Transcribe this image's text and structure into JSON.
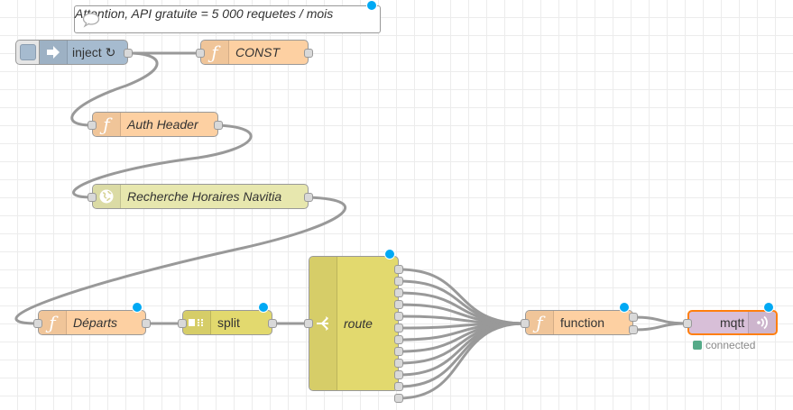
{
  "comment": {
    "text": "Attention, API gratuite = 5 000 requetes / mois",
    "icon": "speech-bubble-icon"
  },
  "colors": {
    "inject": "#a6bbcf",
    "function": "#fdd0a2",
    "http": "#e7e7ae",
    "split": "#e2d96e",
    "route": "#e2d96e",
    "mqtt": "#d8bfd8",
    "wire": "#999999",
    "changed_dot": "#00a9f4",
    "status_connected": "#5a8"
  },
  "nodes": {
    "inject": {
      "label": "inject",
      "suffix": "↻",
      "icon": "arrow-right-icon"
    },
    "const": {
      "label": "CONST",
      "icon": "function-icon"
    },
    "auth": {
      "label": "Auth Header",
      "icon": "function-icon"
    },
    "http": {
      "label": "Recherche Horaires Navitia",
      "icon": "globe-icon"
    },
    "departs": {
      "label": "Départs",
      "icon": "function-icon"
    },
    "split": {
      "label": "split",
      "icon": "split-icon"
    },
    "route": {
      "label": "route",
      "icon": "route-icon",
      "outputs": 12
    },
    "function": {
      "label": "function",
      "icon": "function-icon"
    },
    "mqtt": {
      "label": "mqtt",
      "icon": "broadcast-icon",
      "status": "connected"
    }
  }
}
